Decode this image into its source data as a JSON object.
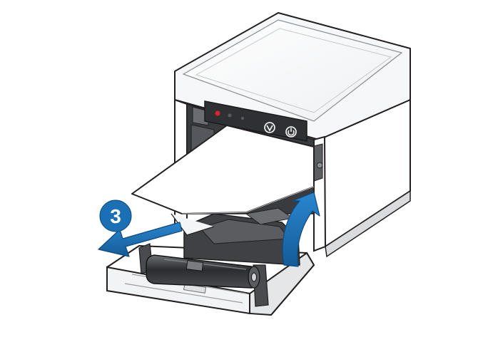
{
  "illustration": {
    "step_badge": {
      "number": "3",
      "color": "#1a6fb5"
    },
    "arrow_color": "#1a6fb5",
    "printer": {
      "body_color": "#ffffff",
      "outline_color": "#231f20",
      "panel_color": "#2f3034",
      "panel_buttons": [
        "feed-button",
        "power-button"
      ],
      "error_led_color": "#d7262b"
    },
    "paper": {
      "state": "being removed"
    },
    "direction_arrows": [
      "pull-out-arrow",
      "lift-up-arrow"
    ]
  }
}
